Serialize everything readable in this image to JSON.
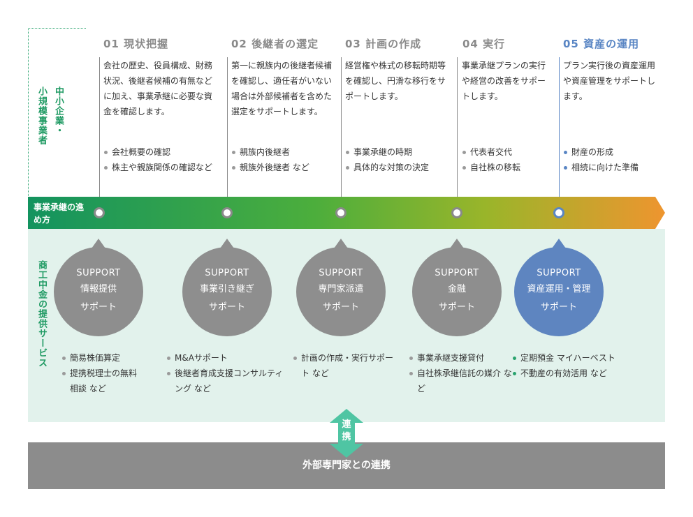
{
  "labels": {
    "company_line1": "中小企業・",
    "company_line2": "小規模事業者",
    "band": "事業承継の進め方",
    "services": "商工中金の提供サービス"
  },
  "steps": [
    {
      "title": "01 現状把握",
      "desc": "会社の歴史、役員構成、財務状況、後継者候補の有無などに加え、事業承継に必要な資金を確認します。",
      "bullets": [
        "会社概要の確認",
        "株主や親族関係の確認など"
      ]
    },
    {
      "title": "02 後継者の選定",
      "desc": "第一に親族内の後継者候補を確認し、適任者がいない場合は外部候補者を含めた選定をサポートします。",
      "bullets": [
        "親族内後継者",
        "親族外後継者 など"
      ]
    },
    {
      "title": "03 計画の作成",
      "desc": "経営権や株式の移転時期等を確認し、円滑な移行をサポートします。",
      "bullets": [
        "事業承継の時期",
        "具体的な対策の決定"
      ]
    },
    {
      "title": "04 実行",
      "desc": "事業承継プランの実行や経営の改善をサポートします。",
      "bullets": [
        "代表者交代",
        "自社株の移転"
      ]
    },
    {
      "title": "05 資産の運用",
      "desc": "プラン実行後の資産運用や資産管理をサポートします。",
      "bullets": [
        "財産の形成",
        "相続に向けた準備"
      ]
    }
  ],
  "supports": [
    {
      "tag": "SUPPORT",
      "line1": "情報提供",
      "line2": "サポート",
      "bullets": [
        "簡易株価算定",
        "提携税理士の無料相談 など"
      ]
    },
    {
      "tag": "SUPPORT",
      "line1": "事業引き継ぎ",
      "line2": "サポート",
      "bullets": [
        "M&Aサポート",
        "後継者育成支援コンサルティング など"
      ]
    },
    {
      "tag": "SUPPORT",
      "line1": "専門家派遣",
      "line2": "サポート",
      "bullets": [
        "計画の作成・実行サポート など"
      ]
    },
    {
      "tag": "SUPPORT",
      "line1": "金融",
      "line2": "サポート",
      "bullets": [
        "事業承継支援貸付",
        "自社株承継信託の媒介 など"
      ]
    },
    {
      "tag": "SUPPORT",
      "line1": "資産運用・管理",
      "line2": "サポート",
      "bullets": [
        "定期預金 マイハーベスト",
        "不動産の有効活用 など"
      ]
    }
  ],
  "link": {
    "label": "連携"
  },
  "bottom": {
    "label": "外部専門家との連携"
  },
  "colors": {
    "green": "#1f9a63",
    "blue": "#5a86c4",
    "gray": "#8e8e8e",
    "orange": "#e8962e"
  }
}
